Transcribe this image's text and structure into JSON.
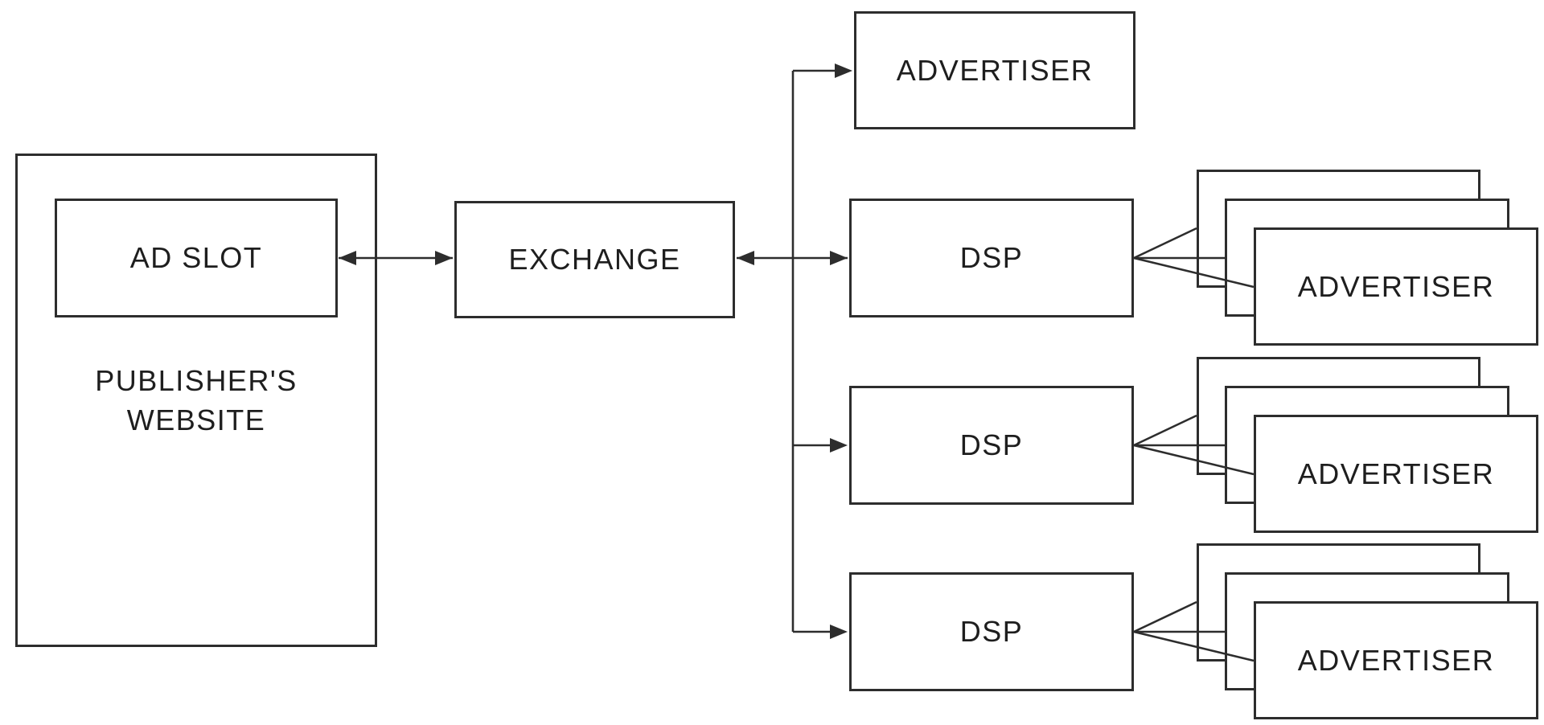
{
  "diagram": {
    "colors": {
      "line": "#2d2d2d",
      "text": "#1e1e1e",
      "background": "#ffffff"
    },
    "publisher": {
      "label_line1": "PUBLISHER'S",
      "label_line2": "WEBSITE",
      "ad_slot_label": "AD SLOT"
    },
    "exchange": {
      "label": "EXCHANGE"
    },
    "direct_advertiser": {
      "label": "ADVERTISER"
    },
    "dsp_rows": [
      {
        "dsp_label": "DSP",
        "advertiser_stack_label": "ADVERTISER",
        "stack_count": 3
      },
      {
        "dsp_label": "DSP",
        "advertiser_stack_label": "ADVERTISER",
        "stack_count": 3
      },
      {
        "dsp_label": "DSP",
        "advertiser_stack_label": "ADVERTISER",
        "stack_count": 3
      }
    ],
    "relationships": [
      {
        "from": "AD SLOT",
        "to": "EXCHANGE",
        "type": "double-arrow"
      },
      {
        "from": "EXCHANGE",
        "to": "DSP (row 1)",
        "type": "double-arrow"
      },
      {
        "from": "EXCHANGE",
        "to": "ADVERTISER (direct)",
        "type": "arrow"
      },
      {
        "from": "EXCHANGE",
        "to": "DSP (row 2)",
        "type": "arrow"
      },
      {
        "from": "EXCHANGE",
        "to": "DSP (row 3)",
        "type": "arrow"
      },
      {
        "from": "DSP (row 1)",
        "to": "ADVERTISER stack (row 1)",
        "type": "fan-lines"
      },
      {
        "from": "DSP (row 2)",
        "to": "ADVERTISER stack (row 2)",
        "type": "fan-lines"
      },
      {
        "from": "DSP (row 3)",
        "to": "ADVERTISER stack (row 3)",
        "type": "fan-lines"
      }
    ]
  }
}
